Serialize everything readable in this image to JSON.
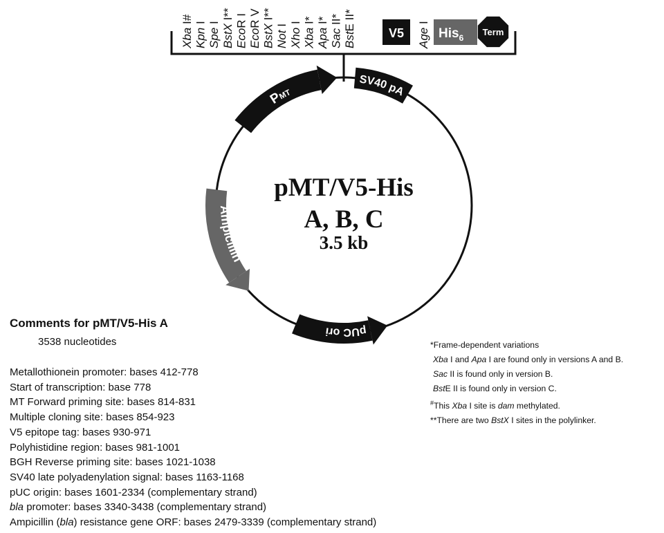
{
  "map": {
    "name": "pMT/V5-His",
    "versions": "A, B, C",
    "size": "3.5 kb",
    "features": [
      {
        "label": "P",
        "sub": "MT",
        "color": "#111111",
        "type": "arrow"
      },
      {
        "label": "SV40 pA",
        "color": "#111111",
        "type": "block"
      },
      {
        "label": "Ampicillin",
        "color": "#666666",
        "type": "arrow"
      },
      {
        "label": "pUC ori",
        "color": "#111111",
        "type": "arrow"
      }
    ],
    "sites": [
      [
        {
          "t": "Xba",
          "i": true
        },
        {
          "t": " I#"
        }
      ],
      [
        {
          "t": "Kpn",
          "i": true
        },
        {
          "t": " I"
        }
      ],
      [
        {
          "t": "Spe",
          "i": true
        },
        {
          "t": " I"
        }
      ],
      [
        {
          "t": "BstX",
          "i": true
        },
        {
          "t": " I**"
        }
      ],
      [
        {
          "t": "Eco",
          "i": true
        },
        {
          "t": "R I"
        }
      ],
      [
        {
          "t": "Eco",
          "i": true
        },
        {
          "t": "R V"
        }
      ],
      [
        {
          "t": "BstX",
          "i": true
        },
        {
          "t": " I**"
        }
      ],
      [
        {
          "t": "Not",
          "i": true
        },
        {
          "t": " I"
        }
      ],
      [
        {
          "t": "Xho",
          "i": true
        },
        {
          "t": " I"
        }
      ],
      [
        {
          "t": "Xba",
          "i": true
        },
        {
          "t": " I*"
        }
      ],
      [
        {
          "t": "Apa",
          "i": true
        },
        {
          "t": " I*"
        }
      ],
      [
        {
          "t": "Sac",
          "i": true
        },
        {
          "t": " II*"
        }
      ],
      [
        {
          "t": "Bst",
          "i": true
        },
        {
          "t": "E II*"
        }
      ]
    ],
    "v5": "V5",
    "age": [
      {
        "t": "Age",
        "i": true
      },
      {
        "t": " I"
      }
    ],
    "his": "His",
    "his_sub": "6",
    "term": "Term"
  },
  "comments": {
    "title": "Comments for pMT/V5-His A",
    "nucleotides": "3538 nucleotides",
    "items": [
      [
        {
          "t": "Metallothionein promoter: bases 412-778"
        }
      ],
      [
        {
          "t": "Start of transcription: base 778"
        }
      ],
      [
        {
          "t": "MT Forward priming site: bases 814-831"
        }
      ],
      [
        {
          "t": "Multiple cloning site: bases 854-923"
        }
      ],
      [
        {
          "t": "V5 epitope tag: bases 930-971"
        }
      ],
      [
        {
          "t": "Polyhistidine region: bases 981-1001"
        }
      ],
      [
        {
          "t": "BGH Reverse priming site: bases 1021-1038"
        }
      ],
      [
        {
          "t": "SV40 late polyadenylation signal: bases 1163-1168"
        }
      ],
      [
        {
          "t": "pUC origin: bases 1601-2334 (complementary strand)"
        }
      ],
      [
        {
          "t": "bla",
          "i": true
        },
        {
          "t": " promoter: bases 3340-3438 (complementary strand)"
        }
      ],
      [
        {
          "t": "Ampicillin ("
        },
        {
          "t": "bla",
          "i": true
        },
        {
          "t": ") resistance gene ORF: bases 2479-3339 (complementary strand)"
        }
      ]
    ]
  },
  "footnotes": [
    [
      {
        "t": "*Frame-dependent variations"
      }
    ],
    [
      {
        "t": "Xba",
        "i": true
      },
      {
        "t": " I and "
      },
      {
        "t": "Apa",
        "i": true
      },
      {
        "t": " I are found only in versions A and B."
      }
    ],
    [
      {
        "t": "Sac",
        "i": true
      },
      {
        "t": " II is found only in version B."
      }
    ],
    [
      {
        "t": "Bst",
        "i": true
      },
      {
        "t": "E II is found only in version C."
      }
    ],
    [
      {
        "t": "#",
        "sup": true
      },
      {
        "t": "This "
      },
      {
        "t": "Xba",
        "i": true
      },
      {
        "t": " I site is "
      },
      {
        "t": "dam",
        "i": true
      },
      {
        "t": " methylated."
      }
    ],
    [
      {
        "t": "**There are two "
      },
      {
        "t": "BstX",
        "i": true
      },
      {
        "t": " I sites in the polylinker."
      }
    ]
  ]
}
